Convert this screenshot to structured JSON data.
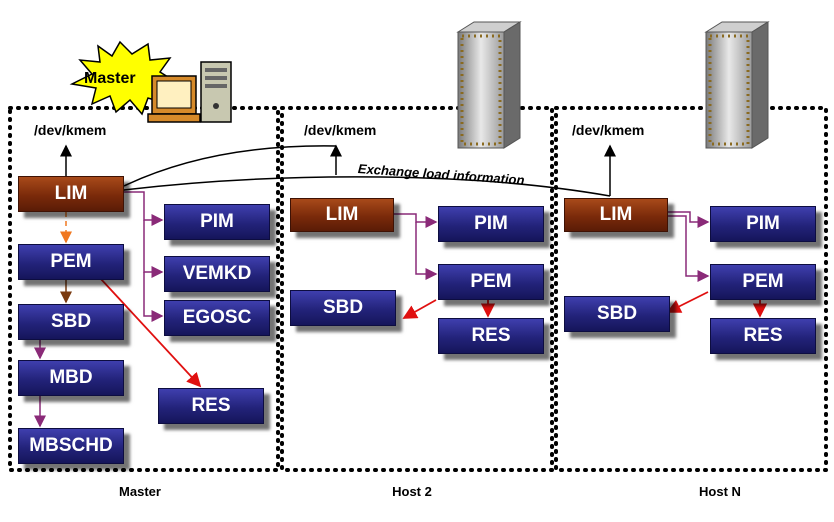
{
  "hosts": [
    {
      "label": "Master",
      "device": "/dev/kmem",
      "badge": "Master",
      "boxes": {
        "lim": "LIM",
        "pem": "PEM",
        "sbd": "SBD",
        "mbd": "MBD",
        "mbschd": "MBSCHD",
        "pim": "PIM",
        "vemkd": "VEMKD",
        "egosc": "EGOSC",
        "res": "RES"
      }
    },
    {
      "label": "Host 2",
      "device": "/dev/kmem",
      "boxes": {
        "lim": "LIM",
        "pim": "PIM",
        "pem": "PEM",
        "sbd": "SBD",
        "res": "RES"
      }
    },
    {
      "label": "Host N",
      "device": "/dev/kmem",
      "boxes": {
        "lim": "LIM",
        "pim": "PIM",
        "pem": "PEM",
        "sbd": "SBD",
        "res": "RES"
      }
    }
  ],
  "exchange_label": "Exchange load information",
  "colors": {
    "process_box": "#23237a",
    "lim_box": "#7a2a0a",
    "purple_arrow": "#8a2a78",
    "red_arrow": "#e01010",
    "orange_arrow": "#f07820",
    "brown_arrow": "#7a3a10",
    "burst": "#ffff00"
  }
}
